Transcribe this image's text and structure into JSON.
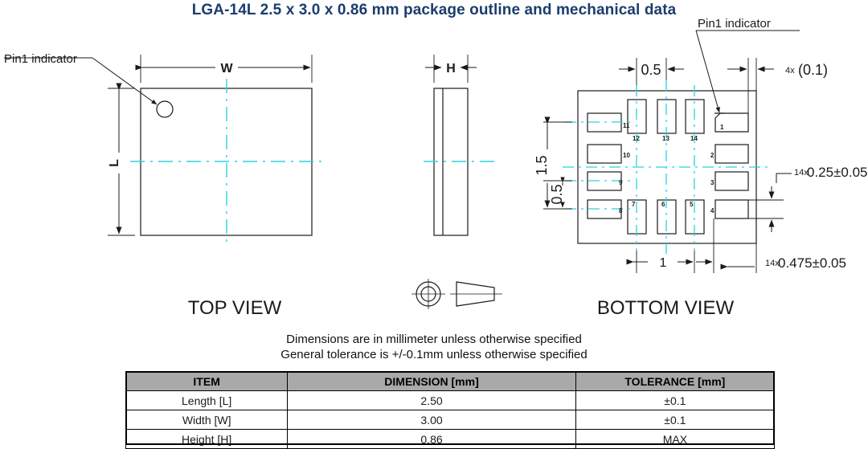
{
  "title": "LGA-14L 2.5 x 3.0 x 0.86 mm package outline and mechanical data",
  "views": {
    "top": {
      "label": "TOP VIEW",
      "pin1_label": "Pin1 indicator",
      "dim_width": "W",
      "dim_length": "L"
    },
    "side": {
      "dim_height": "H"
    },
    "bottom": {
      "label": "BOTTOM VIEW",
      "pin1_label": "Pin1 indicator",
      "dims": {
        "pitch_top": "0.5",
        "corner_note": "4x (0.1)",
        "corner_note_prefix": "4x",
        "corner_note_value": "(0.1)",
        "left_1_5": "1.5",
        "left_0_5": "0.5",
        "bottom_1": "1",
        "pad_width_prefix": "14x",
        "pad_width_value": "0.25±0.05",
        "pad_length_prefix": "14x",
        "pad_length_value": "0.475±0.05"
      },
      "pads": [
        {
          "num": "1"
        },
        {
          "num": "2"
        },
        {
          "num": "3"
        },
        {
          "num": "4"
        },
        {
          "num": "5"
        },
        {
          "num": "6"
        },
        {
          "num": "7"
        },
        {
          "num": "8"
        },
        {
          "num": "9"
        },
        {
          "num": "10"
        },
        {
          "num": "11"
        },
        {
          "num": "12"
        },
        {
          "num": "13"
        },
        {
          "num": "14"
        }
      ]
    }
  },
  "notes": {
    "line1": "Dimensions are in millimeter unless otherwise specified",
    "line2": "General tolerance is +/-0.1mm unless otherwise specified"
  },
  "table": {
    "headers": [
      "ITEM",
      "DIMENSION [mm]",
      "TOLERANCE [mm]"
    ],
    "rows": [
      [
        "Length [L]",
        "2.50",
        "±0.1"
      ],
      [
        "Width [W]",
        "3.00",
        "±0.1"
      ],
      [
        "Height [H]",
        "0.86",
        "MAX"
      ]
    ]
  },
  "colors": {
    "title": "#1b3d6d",
    "centerline": "#2ad2e0",
    "line": "#1a1a1a",
    "header_bg": "#a9a9a9"
  }
}
